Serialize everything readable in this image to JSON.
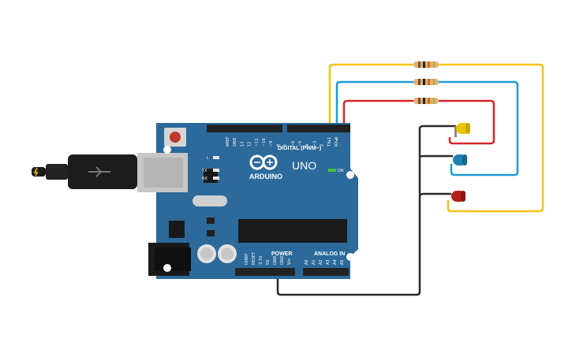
{
  "board": {
    "model": "UNO",
    "brand": "ARDUINO",
    "digital_header_label": "DIGITAL (PWM~)",
    "power_header_label": "POWER",
    "analog_header_label": "ANALOG IN",
    "led_labels": {
      "l": "L",
      "tx": "TX",
      "rx": "RX",
      "on": "ON"
    },
    "digital_pins": [
      "AREF",
      "GND",
      "13",
      "12",
      "~11",
      "~10",
      "~9",
      "8",
      "7",
      "~6",
      "~5",
      "4",
      "~3",
      "2",
      "TX▸1",
      "RX◂0"
    ],
    "power_pins": [
      "IOREF",
      "RESET",
      "3.3V",
      "5V",
      "GND",
      "GND",
      "Vin"
    ],
    "analog_pins": [
      "A0",
      "A1",
      "A2",
      "A3",
      "A4",
      "A5"
    ]
  },
  "components": {
    "resistors": [
      "resistor-1",
      "resistor-2",
      "resistor-3"
    ],
    "leds": [
      {
        "name": "yellow-led",
        "color": "#e8c400"
      },
      {
        "name": "blue-led",
        "color": "#1f7fb0"
      },
      {
        "name": "red-led",
        "color": "#b81d1d"
      }
    ]
  },
  "colors": {
    "board": "#2b6a9b",
    "board_dark": "#1d4f78",
    "wire_yellow": "#f2c417",
    "wire_blue": "#1f9bd1",
    "wire_red": "#d7262a",
    "wire_black": "#2b2b2b"
  }
}
